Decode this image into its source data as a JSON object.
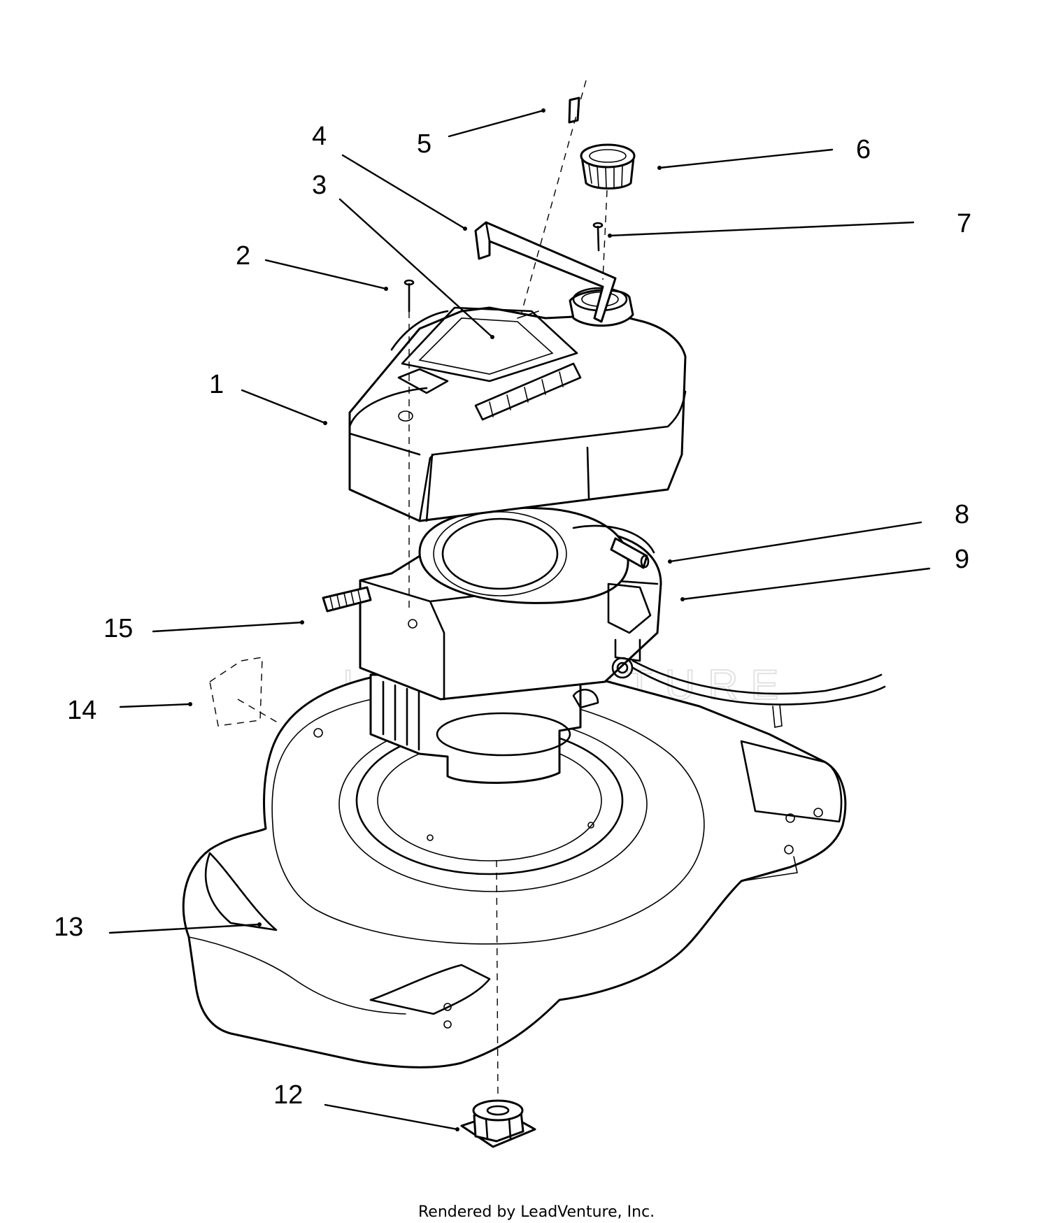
{
  "callouts": [
    {
      "id": "1",
      "label": "1"
    },
    {
      "id": "2",
      "label": "2"
    },
    {
      "id": "3",
      "label": "3"
    },
    {
      "id": "4",
      "label": "4"
    },
    {
      "id": "5",
      "label": "5"
    },
    {
      "id": "6",
      "label": "6"
    },
    {
      "id": "7",
      "label": "7"
    },
    {
      "id": "8",
      "label": "8"
    },
    {
      "id": "9",
      "label": "9"
    },
    {
      "id": "12",
      "label": "12"
    },
    {
      "id": "13",
      "label": "13"
    },
    {
      "id": "14",
      "label": "14"
    },
    {
      "id": "15",
      "label": "15"
    }
  ],
  "watermark": "LEADVENTURE",
  "credit": "Rendered by LeadVenture, Inc."
}
